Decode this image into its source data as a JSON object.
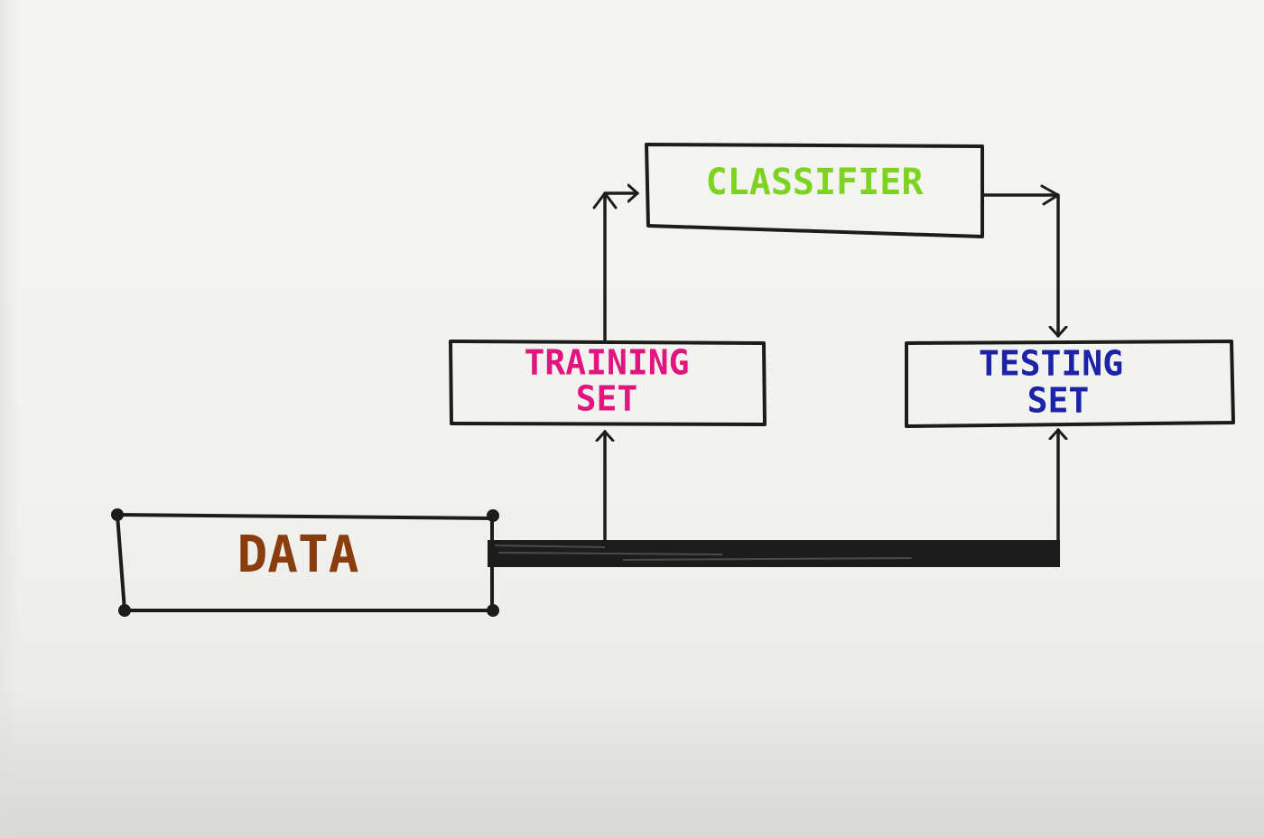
{
  "nodes": {
    "data": {
      "label": "DATA",
      "color": "#8a3d0c"
    },
    "training": {
      "line1": "TRAINING",
      "line2": "SET",
      "color": "#e0157f"
    },
    "testing": {
      "line1": "TESTING",
      "line2": "SET",
      "color": "#1c23a8"
    },
    "classifier": {
      "label": "CLASSIFIER",
      "color": "#7ed321"
    }
  },
  "ink_color": "#1c1d1b"
}
